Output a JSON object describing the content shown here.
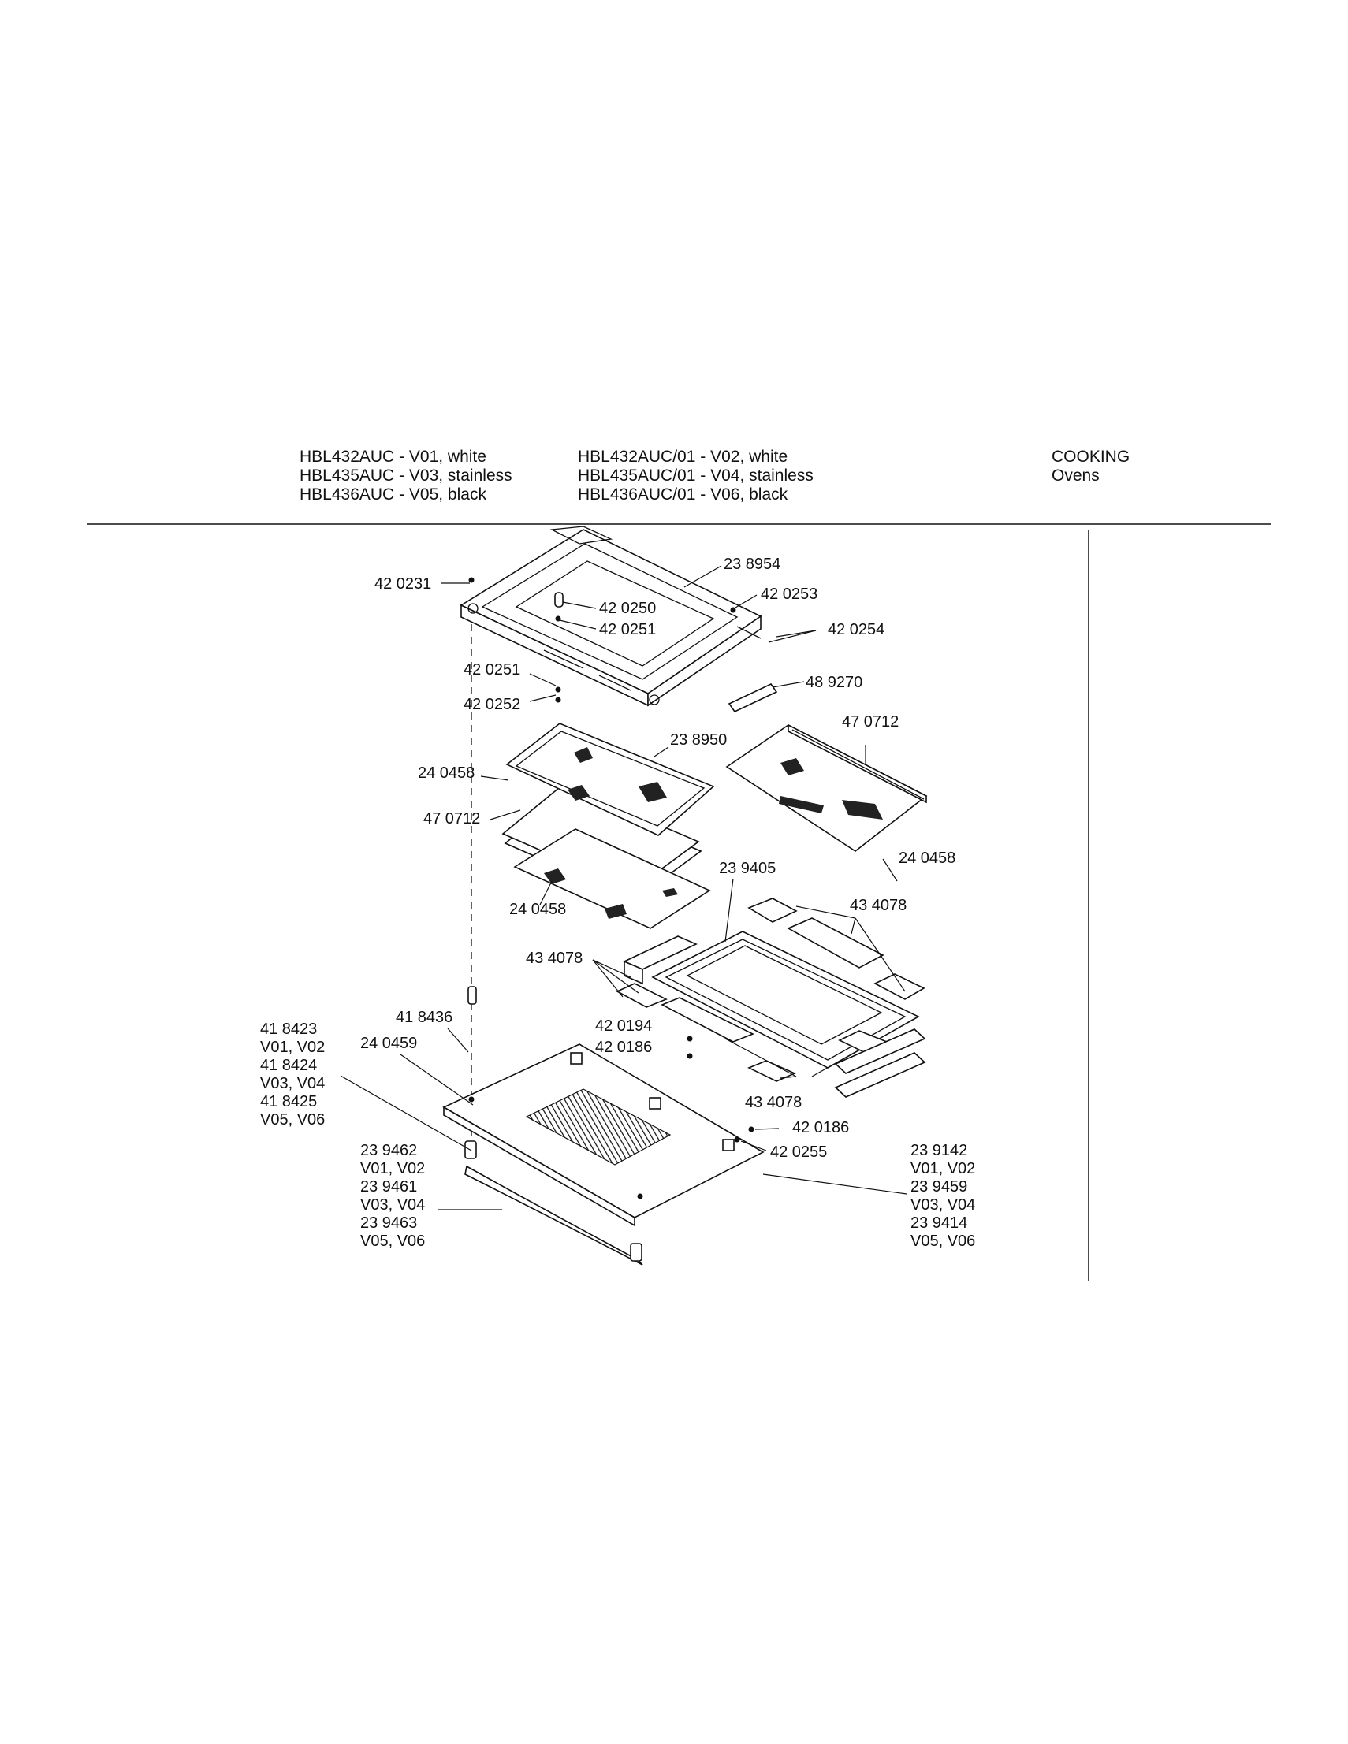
{
  "header": {
    "models_left": [
      "HBL432AUC - V01, white",
      "HBL435AUC - V03, stainless",
      "HBL436AUC - V05, black"
    ],
    "models_mid": [
      "HBL432AUC/01 - V02, white",
      "HBL435AUC/01 - V04, stainless",
      "HBL436AUC/01 - V06, black"
    ],
    "category": [
      "COOKING",
      "Ovens"
    ]
  },
  "labels": {
    "l_420231": "42 0231",
    "l_238954": "23 8954",
    "l_420250": "42 0250",
    "l_420251a": "42 0251",
    "l_420253": "42 0253",
    "l_420254": "42 0254",
    "l_420251b": "42 0251",
    "l_420252": "42 0252",
    "l_489270": "48 9270",
    "l_238950": "23 8950",
    "l_470712a": "47 0712",
    "l_240458a": "24 0458",
    "l_470712b": "47 0712",
    "l_240458b": "24 0458",
    "l_240458c": "24 0458",
    "l_239405": "23 9405",
    "l_434078a": "43 4078",
    "l_434078b": "43 4078",
    "l_418436": "41 8436",
    "l_420194": "42 0194",
    "l_420186a": "42 0186",
    "l_240459": "24 0459",
    "l_434078c": "43 4078",
    "l_420186b": "42 0186",
    "l_420255": "42 0255",
    "left_group": [
      "41 8423",
      "V01, V02",
      "41 8424",
      "V03, V04",
      "41 8425",
      "V05, V06"
    ],
    "handle_group": [
      "23 9462",
      "V01, V02",
      "23 9461",
      "V03, V04",
      "23 9463",
      "V05, V06"
    ],
    "right_group": [
      "23 9142",
      "V01, V02",
      "23 9459",
      "V03, V04",
      "23 9414",
      "V05, V06"
    ]
  }
}
